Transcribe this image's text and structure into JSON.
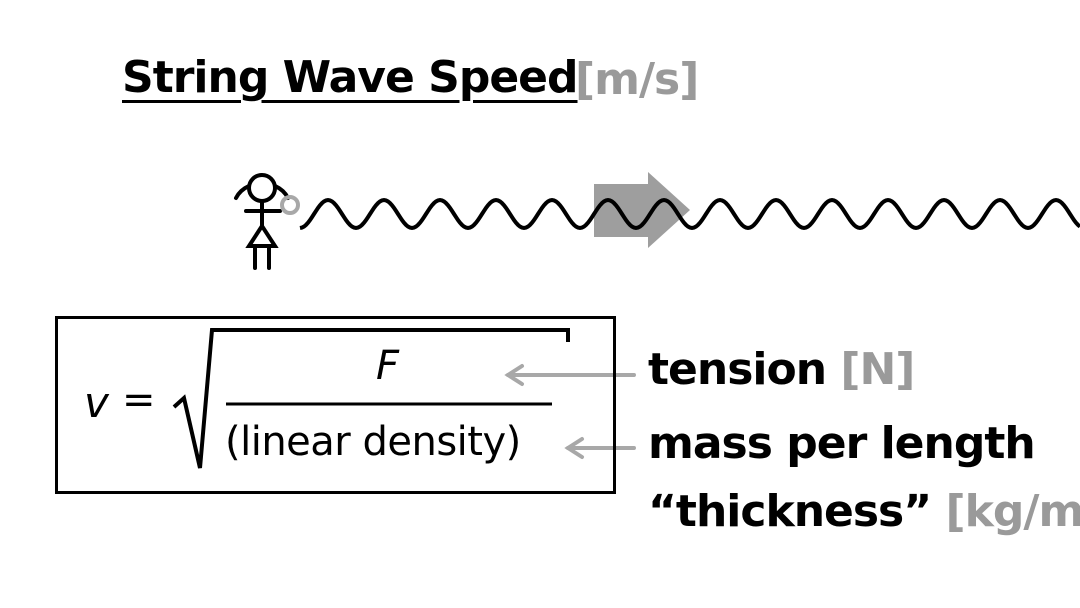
{
  "title": "String Wave Speed",
  "title_unit": "[m/s]",
  "formula": {
    "lhs": "v",
    "equals": "=",
    "numerator": "F",
    "denominator": "(linear density)"
  },
  "labels": {
    "tension": "tension",
    "tension_unit": "[N]",
    "mass_per_length": "mass per length",
    "thickness": "“thickness”",
    "thickness_unit": "[kg/m]"
  },
  "colors": {
    "ink": "#000000",
    "unit_gray": "#9a9a9a",
    "arrow_gray": "#a8a8a8",
    "pulse_gray": "#9e9e9e"
  }
}
